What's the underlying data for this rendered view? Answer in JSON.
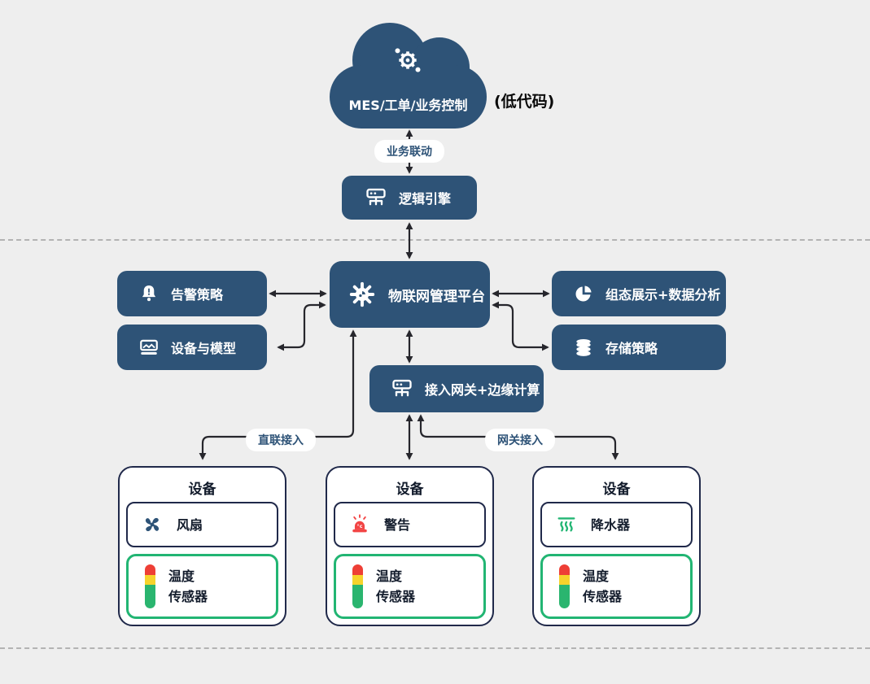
{
  "colors": {
    "primary_blue": "#2e5377",
    "accent_green": "#22b573",
    "alarm_red": "#f24444",
    "level_red": "#ee3f36",
    "level_yellow": "#f6d32c",
    "level_green": "#2ab56f",
    "background": "#eeeeee",
    "arrow": "#26262c"
  },
  "cloud": {
    "label": "MES/工单/业务控制",
    "note": "(低代码)"
  },
  "connector_labels": {
    "business_link": "业务联动",
    "direct_access": "直联接入",
    "gateway_access": "网关接入"
  },
  "nodes": {
    "logic_engine": "逻辑引擎",
    "platform": "物联网管理平台",
    "alarm_policy": "告警策略",
    "device_model": "设备与模型",
    "display_analysis": "组态展示+数据分析",
    "storage_policy": "存储策略",
    "gateway": "接入网关+边缘计算"
  },
  "device_cards": [
    {
      "title": "设备",
      "actuator": "风扇",
      "sensor_line1": "温度",
      "sensor_line2": "传感器"
    },
    {
      "title": "设备",
      "actuator": "警告",
      "sensor_line1": "温度",
      "sensor_line2": "传感器"
    },
    {
      "title": "设备",
      "actuator": "降水器",
      "sensor_line1": "温度",
      "sensor_line2": "传感器"
    }
  ]
}
